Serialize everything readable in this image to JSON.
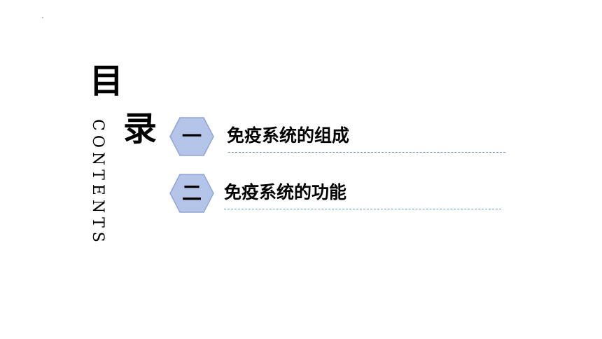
{
  "title": {
    "char_1": "目",
    "char_2": "录",
    "subtitle": "CONTENTS"
  },
  "toc": {
    "items": [
      {
        "number": "一",
        "label": "免疫系统的组成"
      },
      {
        "number": "二",
        "label": "免疫系统的功能"
      }
    ]
  },
  "colors": {
    "hex_fill": "#b4c4e8",
    "hex_stroke": "#8fa6d6",
    "dashed_rule": "#6c97c9"
  }
}
